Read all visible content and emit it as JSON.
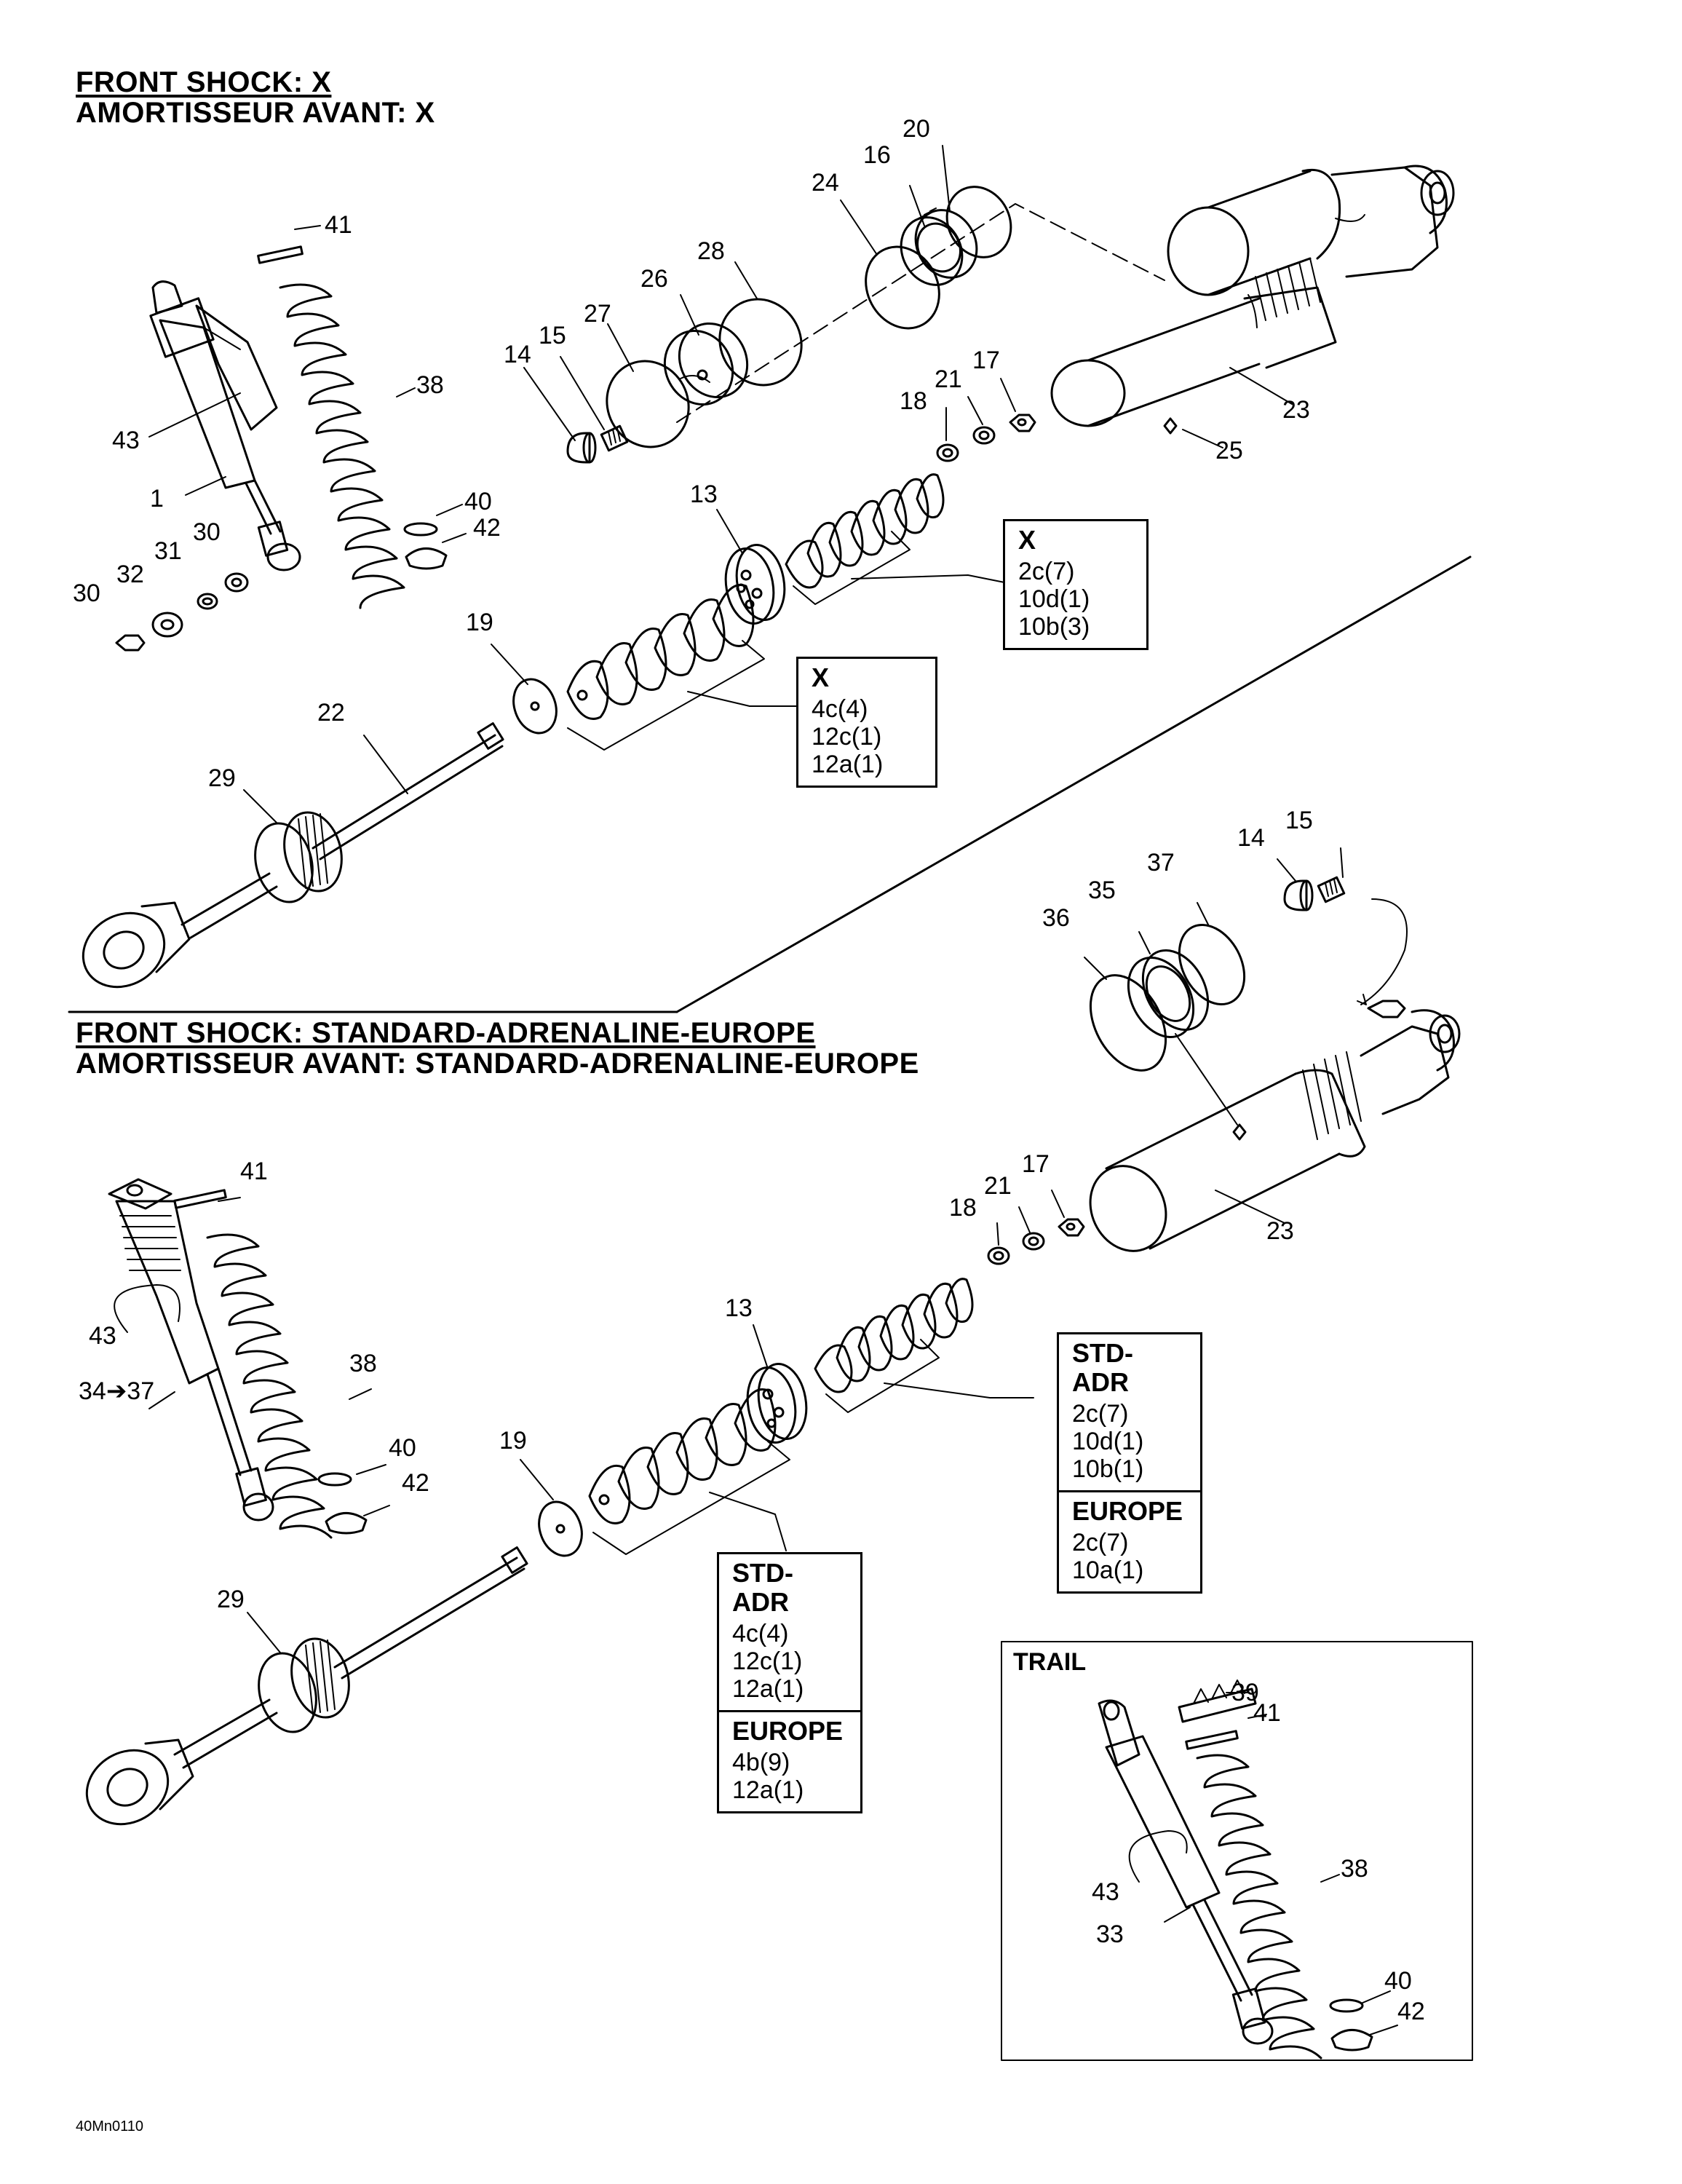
{
  "diagram_x": {
    "title_en": "FRONT SHOCK:  X",
    "title_fr": "AMORTISSEUR AVANT:  X",
    "callouts": [
      "41",
      "38",
      "43",
      "1",
      "40",
      "42",
      "30",
      "31",
      "32",
      "30",
      "20",
      "16",
      "24",
      "28",
      "26",
      "27",
      "14",
      "15",
      "21",
      "17",
      "18",
      "23",
      "25",
      "13",
      "19",
      "22",
      "29"
    ],
    "box_right": {
      "header": "X",
      "codes": [
        "2c(7)",
        "10d(1)",
        "10b(3)"
      ]
    },
    "box_left": {
      "header": "X",
      "codes": [
        "4c(4)",
        "12c(1)",
        "12a(1)"
      ]
    }
  },
  "diagram_std": {
    "title_en": "FRONT SHOCK:  STANDARD-ADRENALINE-EUROPE",
    "title_fr": "AMORTISSEUR AVANT:  STANDARD-ADRENALINE-EUROPE",
    "callouts": [
      "41",
      "43",
      "34➔37",
      "38",
      "40",
      "42",
      "14",
      "15",
      "35",
      "37",
      "36",
      "21",
      "17",
      "18",
      "23",
      "13",
      "19",
      "29"
    ],
    "box_right": {
      "sections": [
        {
          "header": "STD-ADR",
          "codes": [
            "2c(7)",
            "10d(1)",
            "10b(1)"
          ]
        },
        {
          "header": "EUROPE",
          "codes": [
            "2c(7)",
            "10a(1)"
          ]
        }
      ]
    },
    "box_left": {
      "sections": [
        {
          "header": "STD-ADR",
          "codes": [
            "4c(4)",
            "12c(1)",
            "12a(1)"
          ]
        },
        {
          "header": "EUROPE",
          "codes": [
            "4b(9)",
            "12a(1)"
          ]
        }
      ]
    },
    "trail": {
      "label": "TRAIL",
      "callouts": [
        "39",
        "41",
        "38",
        "43",
        "33",
        "40",
        "42"
      ]
    }
  },
  "figure_id": "40Mn0110"
}
